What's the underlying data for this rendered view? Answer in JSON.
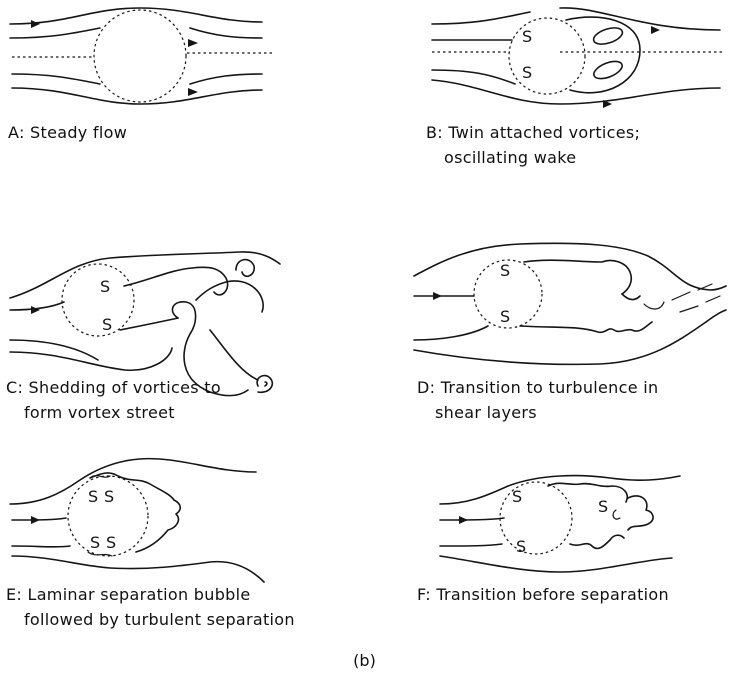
{
  "panels": [
    {
      "id": "A",
      "caption": [
        "A: Steady flow"
      ],
      "separation_marks": []
    },
    {
      "id": "B",
      "caption": [
        "B: Twin attached vortices;",
        "oscillating wake"
      ],
      "separation_marks": [
        "S",
        "S"
      ]
    },
    {
      "id": "C",
      "caption": [
        "C: Shedding of vortices to",
        "form vortex street"
      ],
      "separation_marks": [
        "S",
        "S"
      ]
    },
    {
      "id": "D",
      "caption": [
        "D: Transition to turbulence in",
        "shear layers"
      ],
      "separation_marks": [
        "S",
        "S"
      ]
    },
    {
      "id": "E",
      "caption": [
        "E: Laminar separation bubble",
        "followed by turbulent separation"
      ],
      "separation_marks": [
        "S",
        "S",
        "S",
        "S"
      ]
    },
    {
      "id": "F",
      "caption": [
        "F: Transition before separation"
      ],
      "separation_marks": [
        "S",
        "S",
        "S"
      ]
    }
  ],
  "figure_label": "(b)"
}
